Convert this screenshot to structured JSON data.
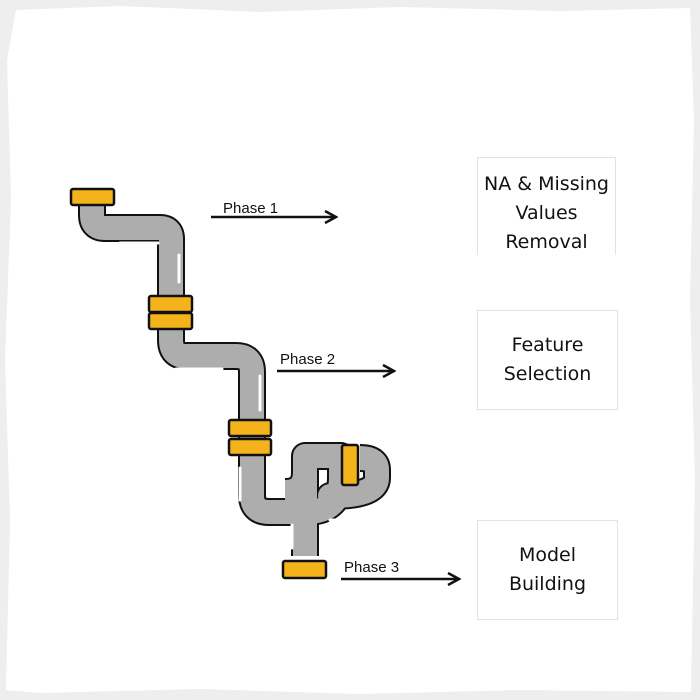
{
  "phases": [
    {
      "label": "Phase 1",
      "stage_lines": [
        "NA & Missing",
        "Values",
        "Removal"
      ]
    },
    {
      "label": "Phase 2",
      "stage_lines": [
        "Feature",
        "Selection"
      ]
    },
    {
      "label": "Phase 3",
      "stage_lines": [
        "Model",
        "Building"
      ]
    }
  ],
  "colors": {
    "pipe_fill": "#adadad",
    "pipe_outline": "#111111",
    "fitting": "#f4b21b",
    "highlight": "#ffffff",
    "arrow": "#111111",
    "frame_edge": "#e8e8e8"
  }
}
